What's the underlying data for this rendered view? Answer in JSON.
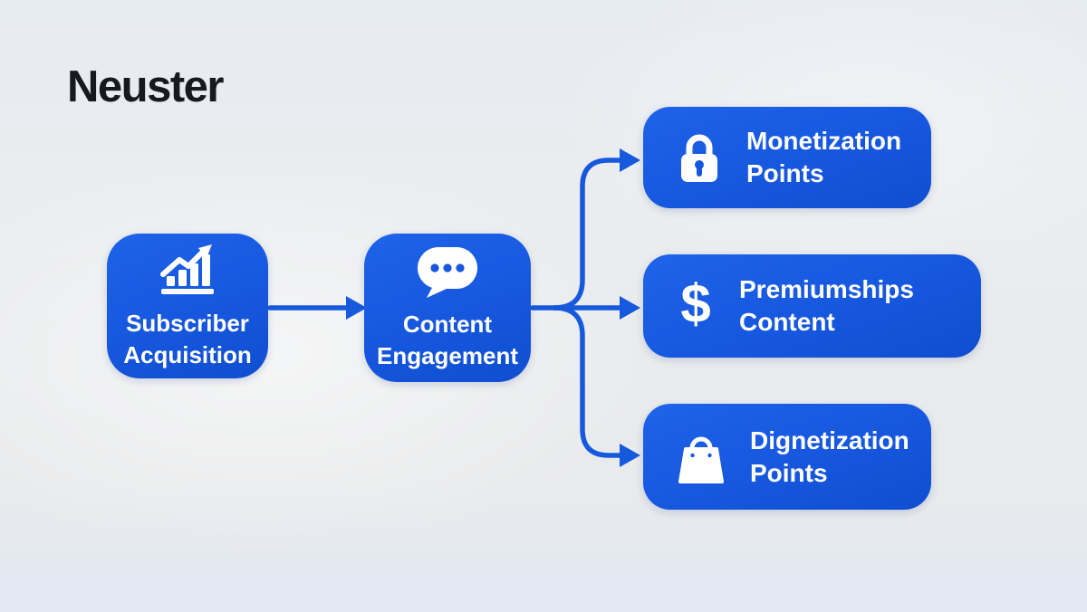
{
  "title": "Neuster",
  "colors": {
    "node_blue": "#1657DE",
    "node_blue_deep": "#0F4ECF",
    "connector_blue": "#1659DD",
    "title_text": "#17191E",
    "node_text": "#FFFFFF",
    "background": "#E9EBEE"
  },
  "flow": {
    "source": {
      "label_line1": "Subscriber",
      "label_line2": "Acquisition",
      "icon": "bar-chart-growth-icon"
    },
    "middle": {
      "label_line1": "Content",
      "label_line2": "Engagement",
      "icon": "chat-bubble-icon"
    },
    "targets": [
      {
        "label_line1": "Monetization",
        "label_line2": "Points",
        "icon": "lock-icon"
      },
      {
        "label_line1": "Premiumships",
        "label_line2": "Content",
        "icon": "dollar-sign-icon",
        "glyph": "$"
      },
      {
        "label_line1": "Dignetization",
        "label_line2": "Points",
        "icon": "shopping-bag-icon"
      }
    ]
  }
}
